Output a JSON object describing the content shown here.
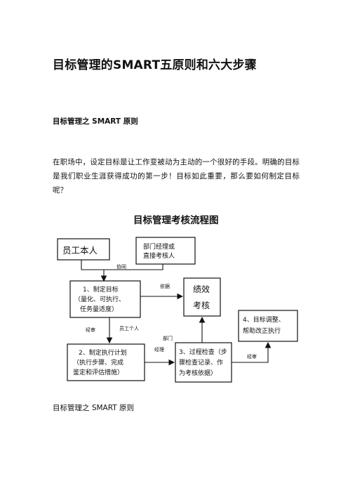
{
  "document": {
    "title": "目标管理的SMART五原则和六大步骤",
    "section_heading": "目标管理之 SMART 原则",
    "paragraph": "在职场中，设定目标是让工作变被动为主动的一个很好的手段。明确的目标是我们职业生涯获得成功的第一步！目标如此重要，那么要如何制定目标呢？",
    "caption": "目标管理之 SMART 原则"
  },
  "flowchart": {
    "title": "目标管理考核流程图",
    "nodes": {
      "employee": "员工本人",
      "manager": [
        "部门经理或",
        "直接考核人"
      ],
      "set_goal": [
        "1、制定目标",
        "（量化、可执行、",
        "任务量适度）"
      ],
      "assessment": [
        "绩效",
        "考核"
      ],
      "adjust": [
        "4、目标调整、",
        "帮助改正执行"
      ],
      "plan": [
        "2、制定执行计划",
        "（执行步骤、完成",
        "鉴定和评估措施）"
      ],
      "check": [
        "3、过程检查（步",
        "骤检查记录、作",
        "为考核依据）"
      ]
    },
    "edge_labels": {
      "cooperate": "协同",
      "basis": "依据",
      "review1": "经审",
      "per_person": "员工个人",
      "dept_review_a": "部门",
      "dept_review_b": "经理",
      "review2": "经审"
    }
  }
}
